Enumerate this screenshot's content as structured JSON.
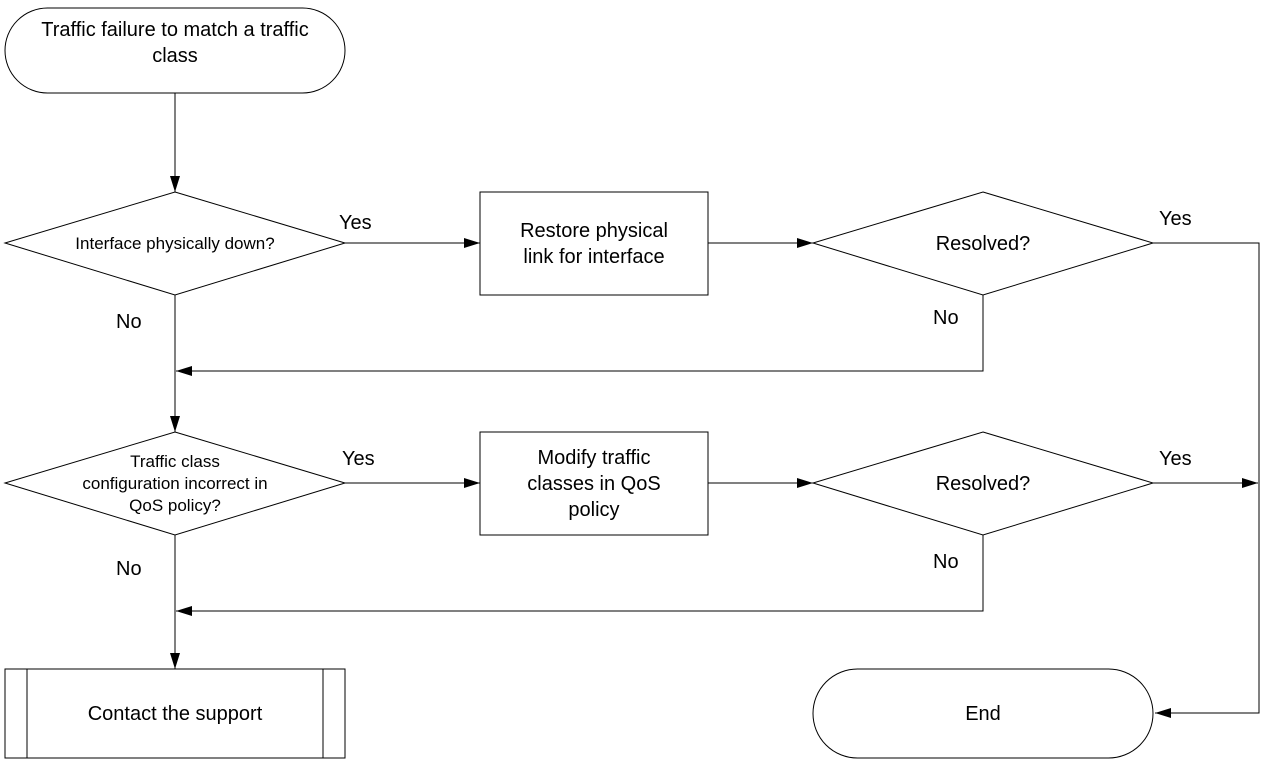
{
  "nodes": {
    "start": {
      "lines": [
        "Traffic failure to match a traffic",
        "class"
      ]
    },
    "decision_down": {
      "lines": [
        "Interface physically down?"
      ]
    },
    "restore": {
      "lines": [
        "Restore physical",
        "link for interface"
      ]
    },
    "resolved_1": {
      "lines": [
        "Resolved?"
      ]
    },
    "decision_config": {
      "lines": [
        "Traffic class",
        "configuration incorrect in",
        "QoS policy?"
      ]
    },
    "modify": {
      "lines": [
        "Modify traffic",
        "classes in QoS",
        "policy"
      ]
    },
    "resolved_2": {
      "lines": [
        "Resolved?"
      ]
    },
    "support": {
      "lines": [
        "Contact the support"
      ]
    },
    "end": {
      "lines": [
        "End"
      ]
    }
  },
  "edge_labels": {
    "down_yes": "Yes",
    "down_no": "No",
    "resolved_1_yes": "Yes",
    "resolved_1_no": "No",
    "config_yes": "Yes",
    "config_no": "No",
    "resolved_2_yes": "Yes",
    "resolved_2_no": "No"
  }
}
